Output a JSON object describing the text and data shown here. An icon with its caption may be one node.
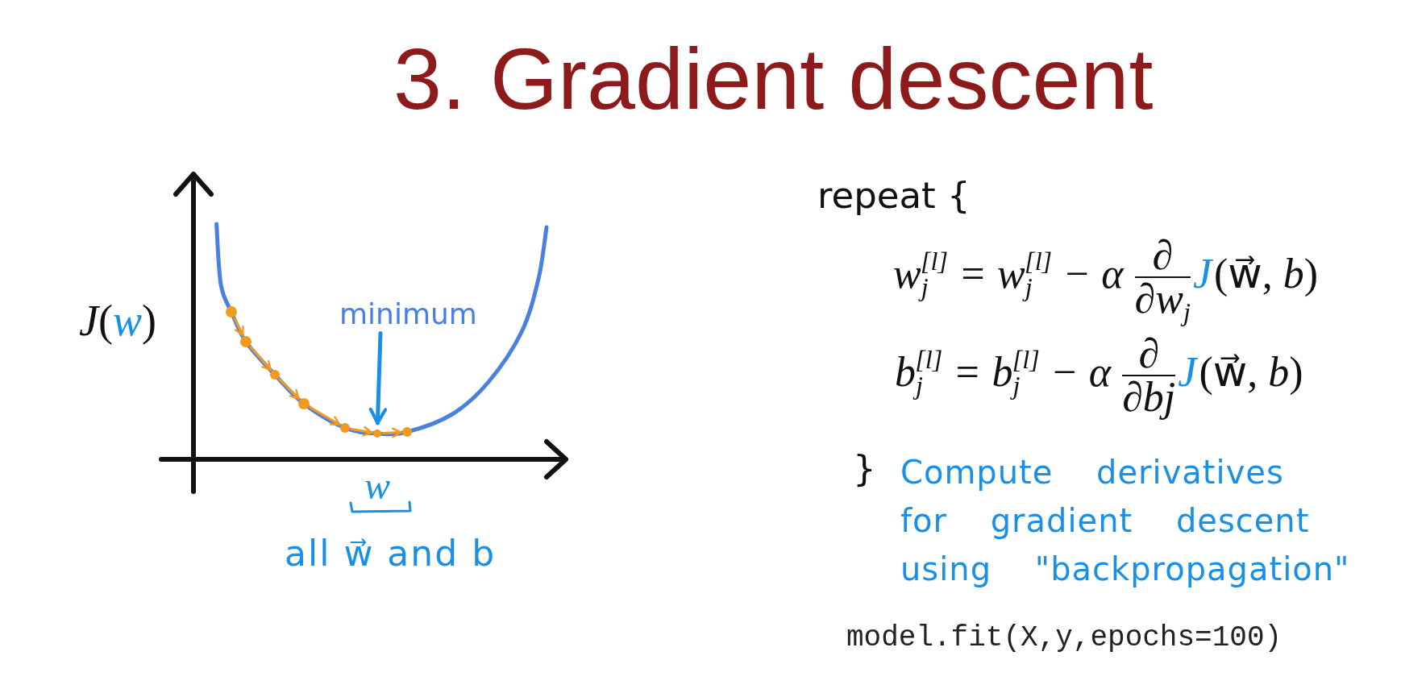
{
  "diagram": {
    "title": "3. Gradient descent",
    "nodes": [
      {
        "text": [],
        "shape": "circle"
      },
      {
        "text": [],
        "shape": "circle"
      },
      {
        "text": [],
        "shape": "circle"
      },
      {
        "text": [],
        "shape": "circle"
      },
      {
        "text": [],
        "shape": "circle"
      },
      {
        "text": [],
        "shape": "circle"
      },
      {
        "text": [],
        "shape": "circle"
      },
      {
        "text": [
          "minimum"
        ]
      }
    ],
    "edges": [
      {
        "from": 0,
        "to": 1,
        "arrow": "to"
      },
      {
        "from": 1,
        "to": 2,
        "arrow": "to"
      },
      {
        "from": 2,
        "to": 3,
        "arrow": "to"
      },
      {
        "from": 3,
        "to": 4,
        "arrow": "to"
      },
      {
        "from": 4,
        "to": 5,
        "arrow": "to"
      },
      {
        "from": 5,
        "to": 6,
        "arrow": "to"
      },
      {
        "from": 7,
        "to": 5,
        "arrow": "to",
        "color": "#1a8fe8"
      }
    ],
    "labels": [
      "*J*(*w*)",
      "w",
      "all w⃗ and b",
      "repeat {",
      "w$_{j}$$^{[l]}$ = w$_{j}$$^{[l]}$ − α",
      "∂",
      "∂w$_{j}$",
      "J",
      "(w⃗, *b*)",
      "b$_{j}$$^{[l]}$ = b$_{j}$$^{[l]}$ − α",
      "∂",
      "∂bj",
      "J",
      "(w⃗, *b*)",
      "}",
      "Compute derivatives for gradient descent using \"backpropagation\"",
      "model.fit(X,y,epochs=100)"
    ]
  }
}
